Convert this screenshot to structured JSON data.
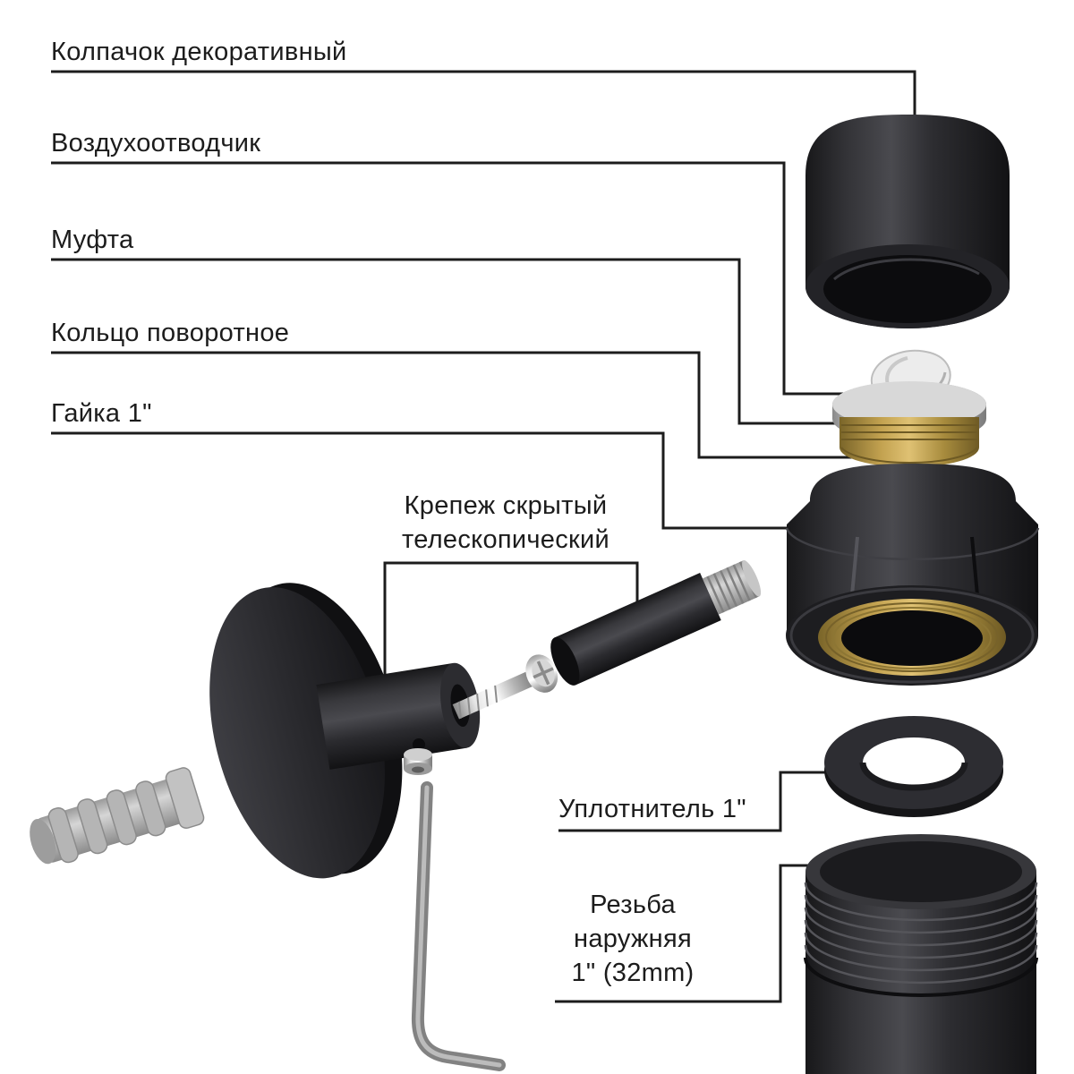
{
  "diagram": {
    "type": "exploded-assembly",
    "language": "ru",
    "labels": {
      "cap": "Колпачок декоративный",
      "air_vent": "Воздухоотводчик",
      "coupling": "Муфта",
      "swivel_ring": "Кольцо поворотное",
      "nut": "Гайка 1\"",
      "fastener_1": "Крепеж скрытый",
      "fastener_2": "телескопический",
      "seal": "Уплотнитель 1\"",
      "thread_1": "Резьба",
      "thread_2": "наружняя",
      "thread_3": "1\" (32mm)"
    },
    "parts": [
      "decorative-cap",
      "air-vent",
      "coupling",
      "swivel-ring",
      "nut-1in",
      "seal-ring-1in",
      "threaded-pipe-1in-32mm",
      "wall-flange",
      "mounting-barrel",
      "screw",
      "set-screw",
      "wall-dowel",
      "telescopic-rod",
      "allen-key"
    ],
    "colors": {
      "background": "#ffffff",
      "leader_line": "#1c1c1c",
      "label_text": "#1c1c1c",
      "part_black": "#2e2e31",
      "brass": "#c3a250",
      "chrome": "#d9d9d9",
      "dowel_grey": "#bdbdbd"
    }
  }
}
